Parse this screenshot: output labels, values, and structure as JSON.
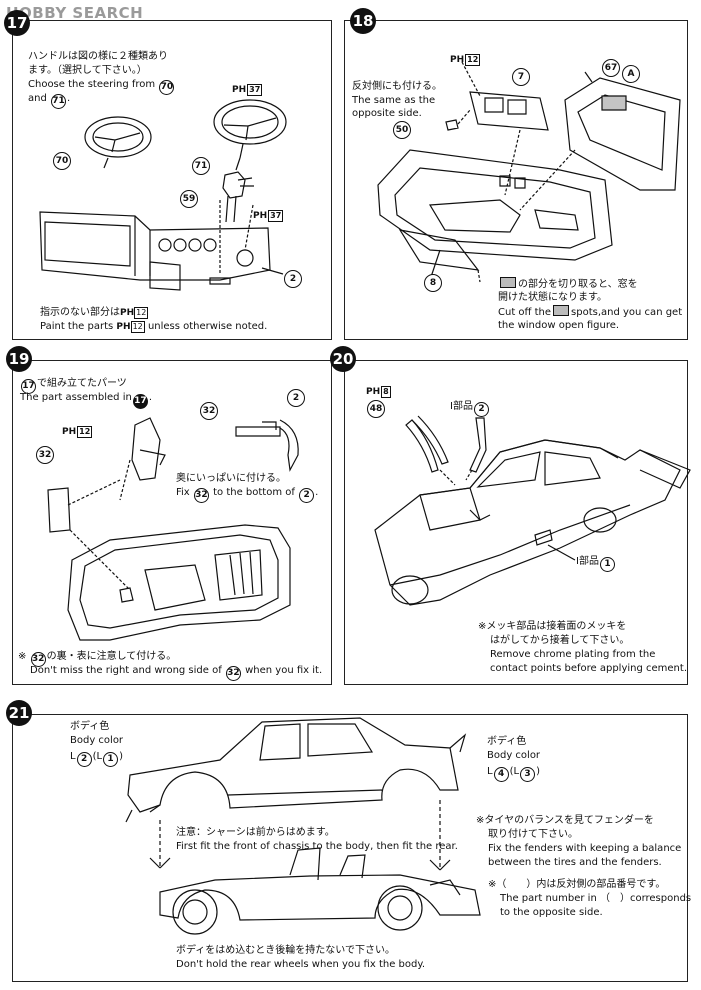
{
  "watermark": "HOBBY SEARCH",
  "parts_prefix": "PH",
  "steps": {
    "s17": {
      "number": "17",
      "jp_line1": "ハンドルは図の様に２種類あり",
      "jp_line2": "ます。（選択して下さい。）",
      "en_line1": "Choose the steering from",
      "en_and": "and",
      "p70": "70",
      "p71": "71",
      "p59": "59",
      "p2": "2",
      "paint_code": "37",
      "note_jp": "指示のない部分は",
      "note_jp_end": "",
      "note_code": "12",
      "note_en1": "Paint the parts",
      "note_en2": "unless otherwise noted."
    },
    "s18": {
      "number": "18",
      "jp": "反対側にも付ける。",
      "en1": "The same as the",
      "en2": "opposite side.",
      "p7": "7",
      "p50": "50",
      "p8": "8",
      "p67": "67",
      "pA": "A",
      "paint_code": "12",
      "cut_jp1": "の部分を切り取ると、窓を",
      "cut_jp2": "開けた状態になります。",
      "cut_en1a": "Cut off the",
      "cut_en1b": "spots,and you can get",
      "cut_en2": "the window open figure."
    },
    "s19": {
      "number": "19",
      "jp1": "で組み立てたパーツ",
      "ref17": "17",
      "en1": "The part assembled in",
      "p32": "32",
      "p2": "2",
      "paint_code": "12",
      "fix_jp": "奥にいっぱいに付ける。",
      "fix_en1": "Fix",
      "fix_en2": "to the bottom of",
      "note_mark": "※",
      "note_jp": "の裏・表に注意して付ける。",
      "note_en1": "Don't miss the right and wrong side of",
      "note_en2": "when you fix it."
    },
    "s20": {
      "number": "20",
      "paint_code": "8",
      "p48": "48",
      "i_part": "I部品",
      "p2": "2",
      "p1": "1",
      "note_jp1": "※メッキ部品は接着面のメッキを",
      "note_jp2": "はがしてから接着して下さい。",
      "note_en1": "Remove chrome plating from the",
      "note_en2": "contact points before applying cement."
    },
    "s21": {
      "number": "21",
      "body_color_jp": "ボディ色",
      "body_color_en": "Body color",
      "left_code_prefix": "L",
      "left_p2": "2",
      "left_p1": "1",
      "right_p4": "4",
      "right_p3": "3",
      "caution_jp": "注意：シャーシは前からはめます。",
      "caution_en": "First fit the front of chassis to the body, then fit the rear.",
      "tire_jp1": "※タイヤのバランスを見てフェンダーを",
      "tire_jp2": "取り付けて下さい。",
      "tire_en1": "Fix the fenders with keeping a balance",
      "tire_en2": "between the tires and the fenders.",
      "paren_jp": "※（　　）内は反対側の部品番号です。",
      "paren_en1": "The part number in （　）corresponds",
      "paren_en2": "to the opposite side.",
      "bottom_jp": "ボディをはめ込むとき後輪を持たないで下さい。",
      "bottom_en": "Don't  hold the rear wheels when you fix the body."
    }
  }
}
